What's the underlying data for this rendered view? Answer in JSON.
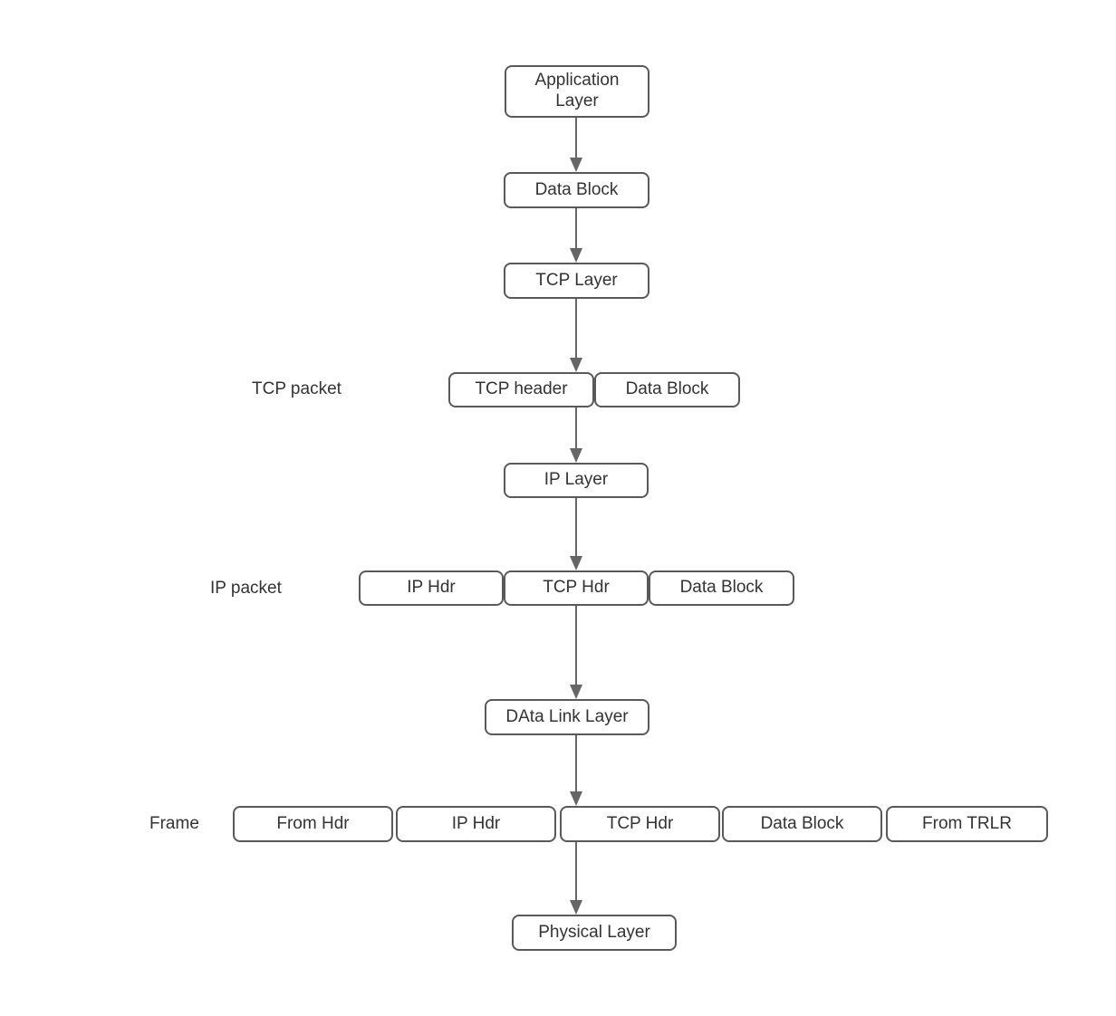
{
  "diagram": {
    "nodes": {
      "application_layer": "Application Layer",
      "data_block_top": "Data Block",
      "tcp_layer": "TCP Layer",
      "ip_layer": "IP Layer",
      "data_link_layer": "DAta Link Layer",
      "physical_layer": "Physical Layer"
    },
    "rows": {
      "tcp_packet": {
        "label": "TCP packet",
        "cells": [
          "TCP header",
          "Data Block"
        ]
      },
      "ip_packet": {
        "label": "IP packet",
        "cells": [
          "IP Hdr",
          "TCP Hdr",
          "Data Block"
        ]
      },
      "frame": {
        "label": "Frame",
        "cells": [
          "From Hdr",
          "IP Hdr",
          "TCP Hdr",
          "Data Block",
          "From TRLR"
        ]
      }
    },
    "colors": {
      "node_border": "#595959",
      "node_fill": "#ffffff",
      "arrow": "#666666",
      "text": "#333333",
      "background": "#ffffff"
    }
  }
}
